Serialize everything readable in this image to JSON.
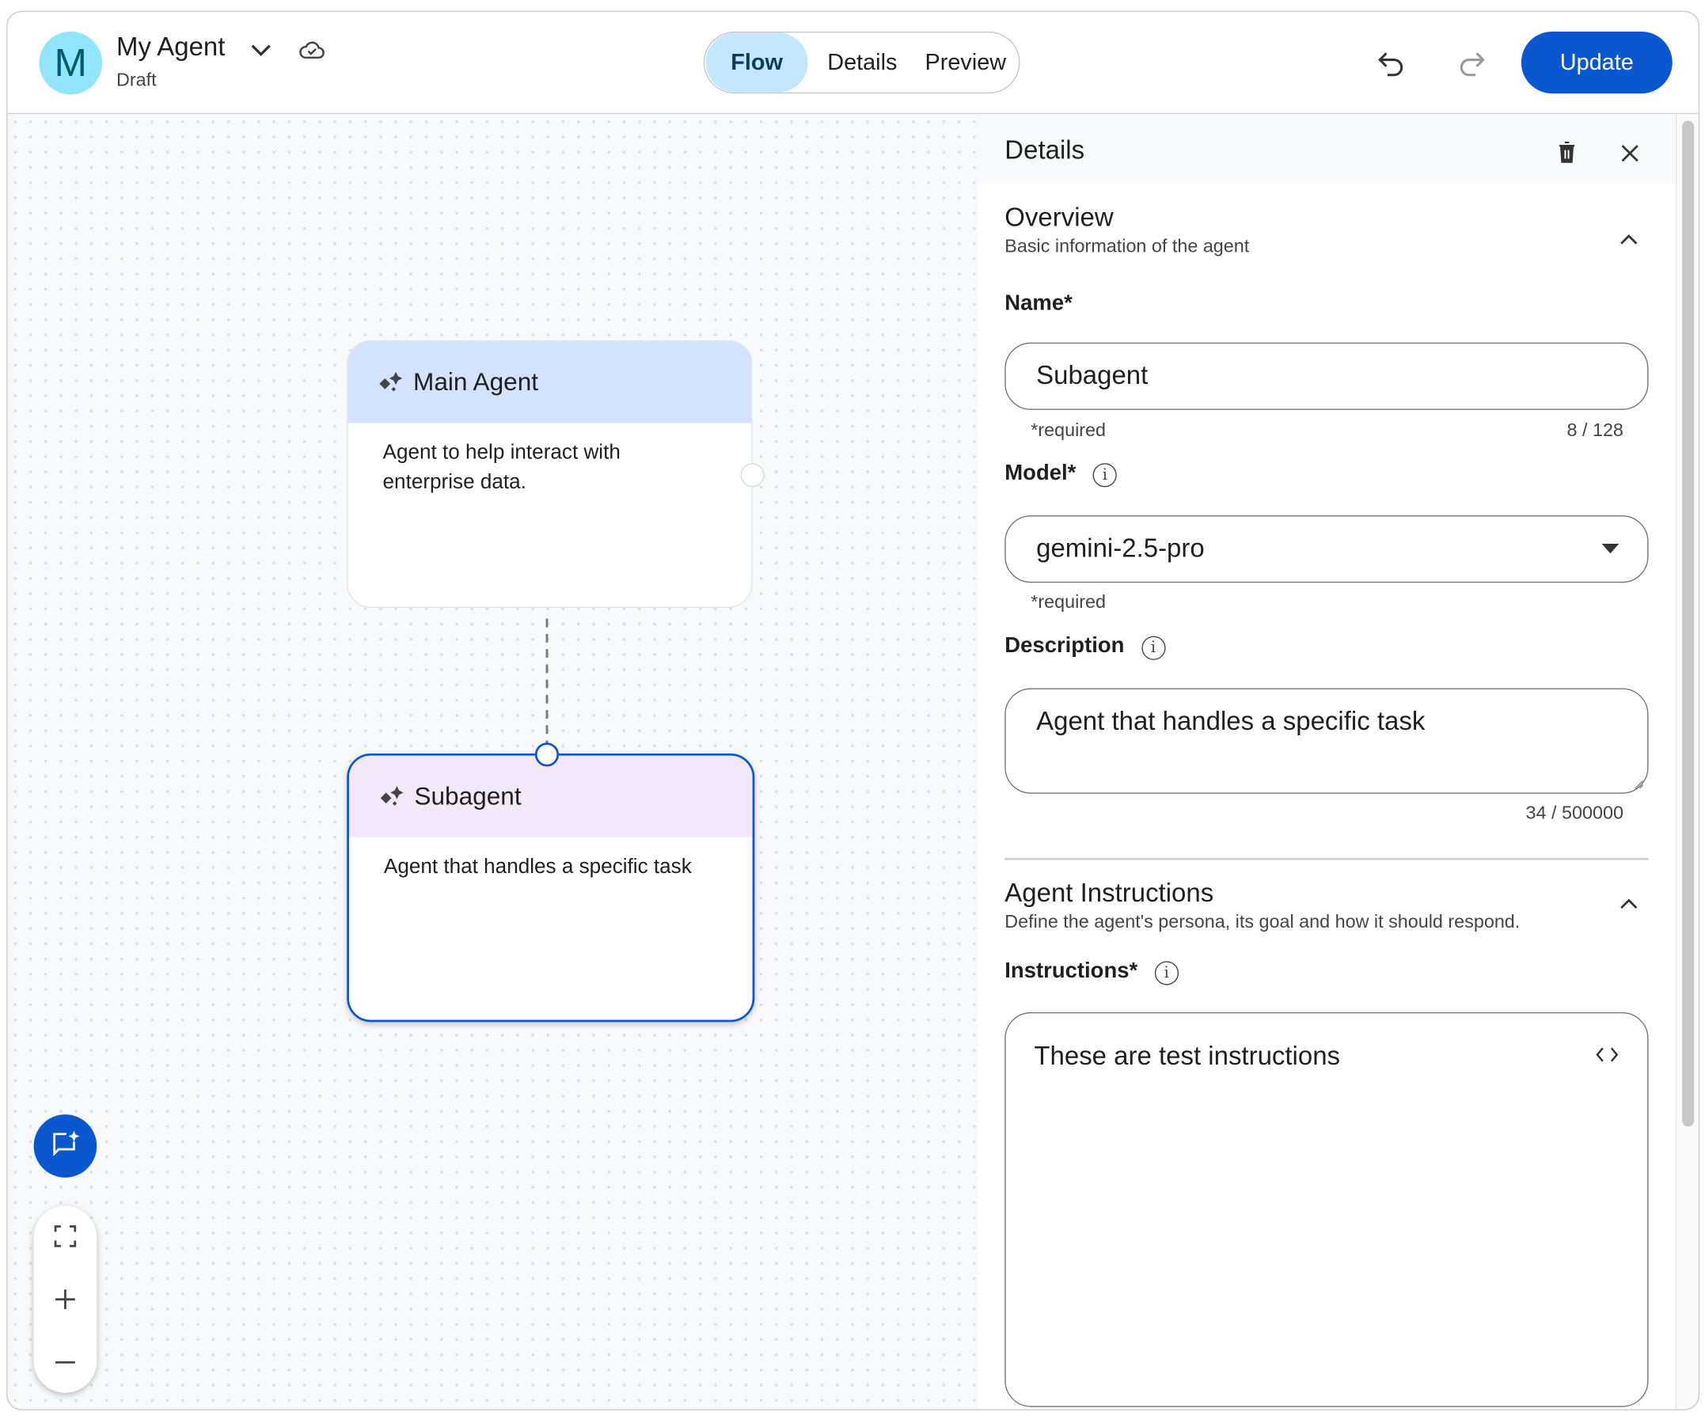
{
  "header": {
    "avatar_letter": "M",
    "title": "My Agent",
    "status": "Draft",
    "tabs": [
      {
        "label": "Flow",
        "active": true
      },
      {
        "label": "Details",
        "active": false
      },
      {
        "label": "Preview",
        "active": false
      }
    ],
    "update_label": "Update"
  },
  "canvas": {
    "nodes": [
      {
        "title": "Main Agent",
        "description": "Agent to help interact with enterprise data.",
        "header_color": "#d3e3fd",
        "selected": false
      },
      {
        "title": "Subagent",
        "description": "Agent that handles a specific task",
        "header_color": "#f3e8fa",
        "selected": true
      }
    ]
  },
  "panel": {
    "title": "Details",
    "overview": {
      "title": "Overview",
      "subtitle": "Basic information of the agent",
      "name_label": "Name*",
      "name_value": "Subagent",
      "name_hint": "*required",
      "name_count": "8 / 128",
      "model_label": "Model*",
      "model_value": "gemini-2.5-pro",
      "model_hint": "*required",
      "description_label": "Description",
      "description_value": "Agent that handles a specific task",
      "description_count": "34 / 500000"
    },
    "instructions": {
      "title": "Agent Instructions",
      "subtitle": "Define the agent's persona, its goal and how it should respond.",
      "label": "Instructions*",
      "value": "These are test instructions"
    }
  },
  "colors": {
    "accent": "#0b57d0",
    "active_tab": "#c2e7ff",
    "avatar": "#93e4fd"
  }
}
